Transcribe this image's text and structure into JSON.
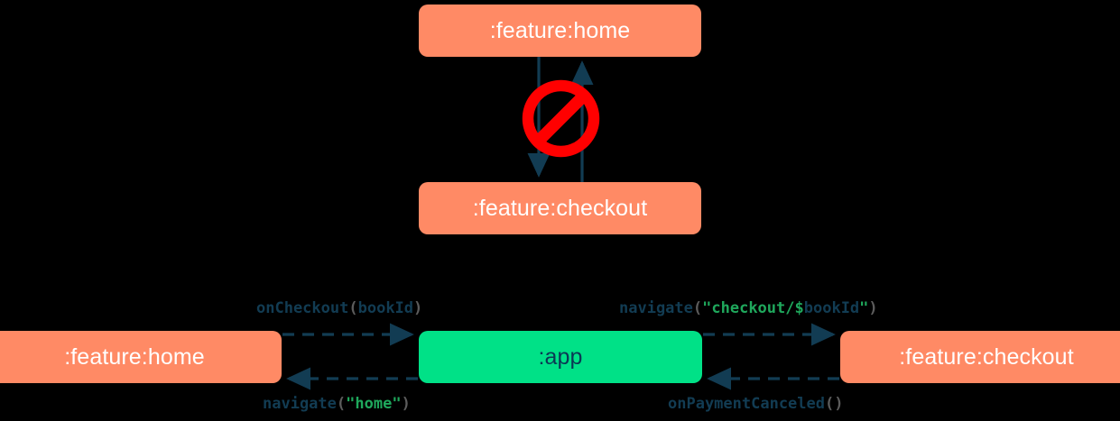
{
  "diagram": {
    "title": "module navigation diagram",
    "colors": {
      "background": "#000000",
      "feature_module": "#FF8A65",
      "app_module": "#00E187",
      "arrow": "#123C53",
      "forbidden": "#FF0000",
      "string_literal": "#1FA85C",
      "punctuation": "#5c5c5c",
      "feature_label_text": "#FFFFFF",
      "app_label_text": "#0B3954"
    },
    "top_section": {
      "nodes": [
        {
          "id": "home-top",
          "label": ":feature:home",
          "type": "feature"
        },
        {
          "id": "checkout-top",
          "label": ":feature:checkout",
          "type": "feature"
        }
      ],
      "edges": [
        {
          "from": "home-top",
          "to": "checkout-top",
          "style": "solid",
          "direction": "down"
        },
        {
          "from": "checkout-top",
          "to": "home-top",
          "style": "solid",
          "direction": "up"
        }
      ],
      "annotation": {
        "icon": "forbidden-icon",
        "meaning": "direct dependency between feature modules is not allowed"
      }
    },
    "bottom_section": {
      "nodes": [
        {
          "id": "home-bottom",
          "label": ":feature:home",
          "type": "feature"
        },
        {
          "id": "app",
          "label": ":app",
          "type": "app"
        },
        {
          "id": "checkout-bottom",
          "label": ":feature:checkout",
          "type": "feature"
        }
      ],
      "edges": [
        {
          "id": "home-to-app",
          "from": "home-bottom",
          "to": "app",
          "style": "dashed",
          "direction": "right",
          "label_text": "onCheckout(bookId)",
          "label_tokens": [
            {
              "text": "onCheckout",
              "kind": "fn"
            },
            {
              "text": "(",
              "kind": "paren"
            },
            {
              "text": "bookId",
              "kind": "var"
            },
            {
              "text": ")",
              "kind": "paren"
            }
          ]
        },
        {
          "id": "app-to-checkout",
          "from": "app",
          "to": "checkout-bottom",
          "style": "dashed",
          "direction": "right",
          "label_text": "navigate(\"checkout/$bookId\")",
          "label_tokens": [
            {
              "text": "navigate",
              "kind": "fn"
            },
            {
              "text": "(",
              "kind": "paren"
            },
            {
              "text": "\"checkout/",
              "kind": "str"
            },
            {
              "text": "$",
              "kind": "str"
            },
            {
              "text": "bookId",
              "kind": "var"
            },
            {
              "text": "\"",
              "kind": "str"
            },
            {
              "text": ")",
              "kind": "paren"
            }
          ]
        },
        {
          "id": "app-to-home",
          "from": "app",
          "to": "home-bottom",
          "style": "dashed",
          "direction": "left",
          "label_text": "navigate(\"home\")",
          "label_tokens": [
            {
              "text": "navigate",
              "kind": "fn"
            },
            {
              "text": "(",
              "kind": "paren"
            },
            {
              "text": "\"home\"",
              "kind": "str"
            },
            {
              "text": ")",
              "kind": "paren"
            }
          ]
        },
        {
          "id": "checkout-to-app",
          "from": "checkout-bottom",
          "to": "app",
          "style": "dashed",
          "direction": "left",
          "label_text": "onPaymentCanceled()",
          "label_tokens": [
            {
              "text": "onPaymentCanceled",
              "kind": "fn"
            },
            {
              "text": "()",
              "kind": "paren"
            }
          ]
        }
      ]
    }
  }
}
